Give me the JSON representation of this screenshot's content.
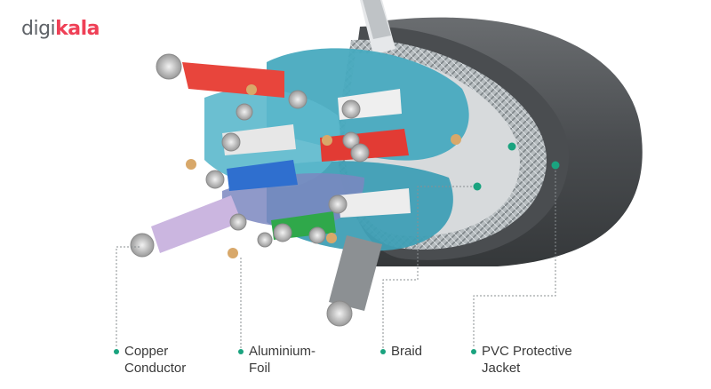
{
  "brand": {
    "part1": "digi",
    "part2": "kala",
    "accent_color": "#ef4056",
    "base_color": "#5f6368"
  },
  "colors": {
    "jacket": "#505356",
    "braid": "#9aa2a6",
    "foil": "#48aabf",
    "callout_dot": "#1aa37f",
    "copper": "#d8a86a"
  },
  "callouts": [
    {
      "id": "copper",
      "text": "Copper\nConductor"
    },
    {
      "id": "foil",
      "text": "Aluminium-\nFoil"
    },
    {
      "id": "braid",
      "text": "Braid"
    },
    {
      "id": "jacket",
      "text": "PVC Protective\nJacket"
    }
  ]
}
